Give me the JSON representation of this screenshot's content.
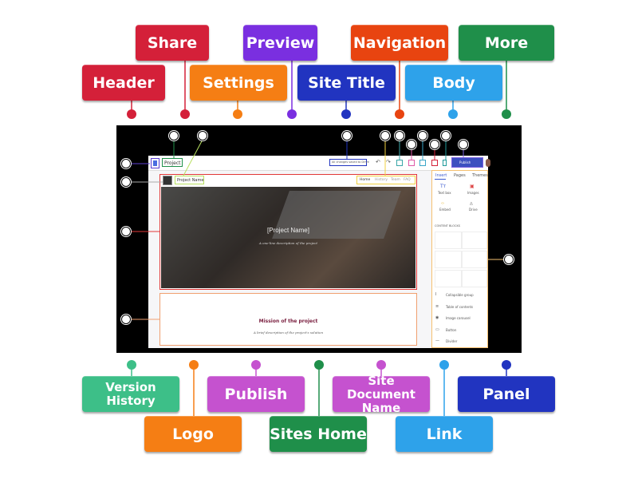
{
  "labels_top": [
    {
      "text": "Share",
      "color": "#d42039"
    },
    {
      "text": "Preview",
      "color": "#7a2fe0"
    },
    {
      "text": "Navigation",
      "color": "#e84410"
    },
    {
      "text": "More",
      "color": "#1f8f4a"
    },
    {
      "text": "Header",
      "color": "#d42039"
    },
    {
      "text": "Settings",
      "color": "#f57e14"
    },
    {
      "text": "Site Title",
      "color": "#2134c0"
    },
    {
      "text": "Body",
      "color": "#2ea2ea"
    }
  ],
  "labels_bottom": [
    {
      "text": "Version History",
      "color": "#3dbf88"
    },
    {
      "text": "Logo",
      "color": "#f57e14"
    },
    {
      "text": "Publish",
      "color": "#c552cf"
    },
    {
      "text": "Sites Home",
      "color": "#1f8f4a"
    },
    {
      "text": "Site Document Name",
      "color": "#c552cf"
    },
    {
      "text": "Link",
      "color": "#2ea2ea"
    },
    {
      "text": "Panel",
      "color": "#2134c0"
    }
  ],
  "app": {
    "doc_name": "Project",
    "save_status": "All changes saved to Drive",
    "publish": "Publish",
    "site_title": "Project Name",
    "nav": [
      "Home",
      "History",
      "Team",
      "FAQ"
    ],
    "hero_title": "[Project Name]",
    "hero_subtitle": "A one-line description of the project",
    "mission_title": "Mission of the project",
    "mission_text": "A brief description of the project's solution",
    "panel": {
      "tabs": [
        "Insert",
        "Pages",
        "Themes"
      ],
      "tiles": [
        "Text box",
        "Images",
        "Embed",
        "Drive"
      ],
      "section": "CONTENT BLOCKS",
      "items": [
        "Collapsible group",
        "Table of contents",
        "Image carousel",
        "Button",
        "Divider"
      ]
    }
  }
}
